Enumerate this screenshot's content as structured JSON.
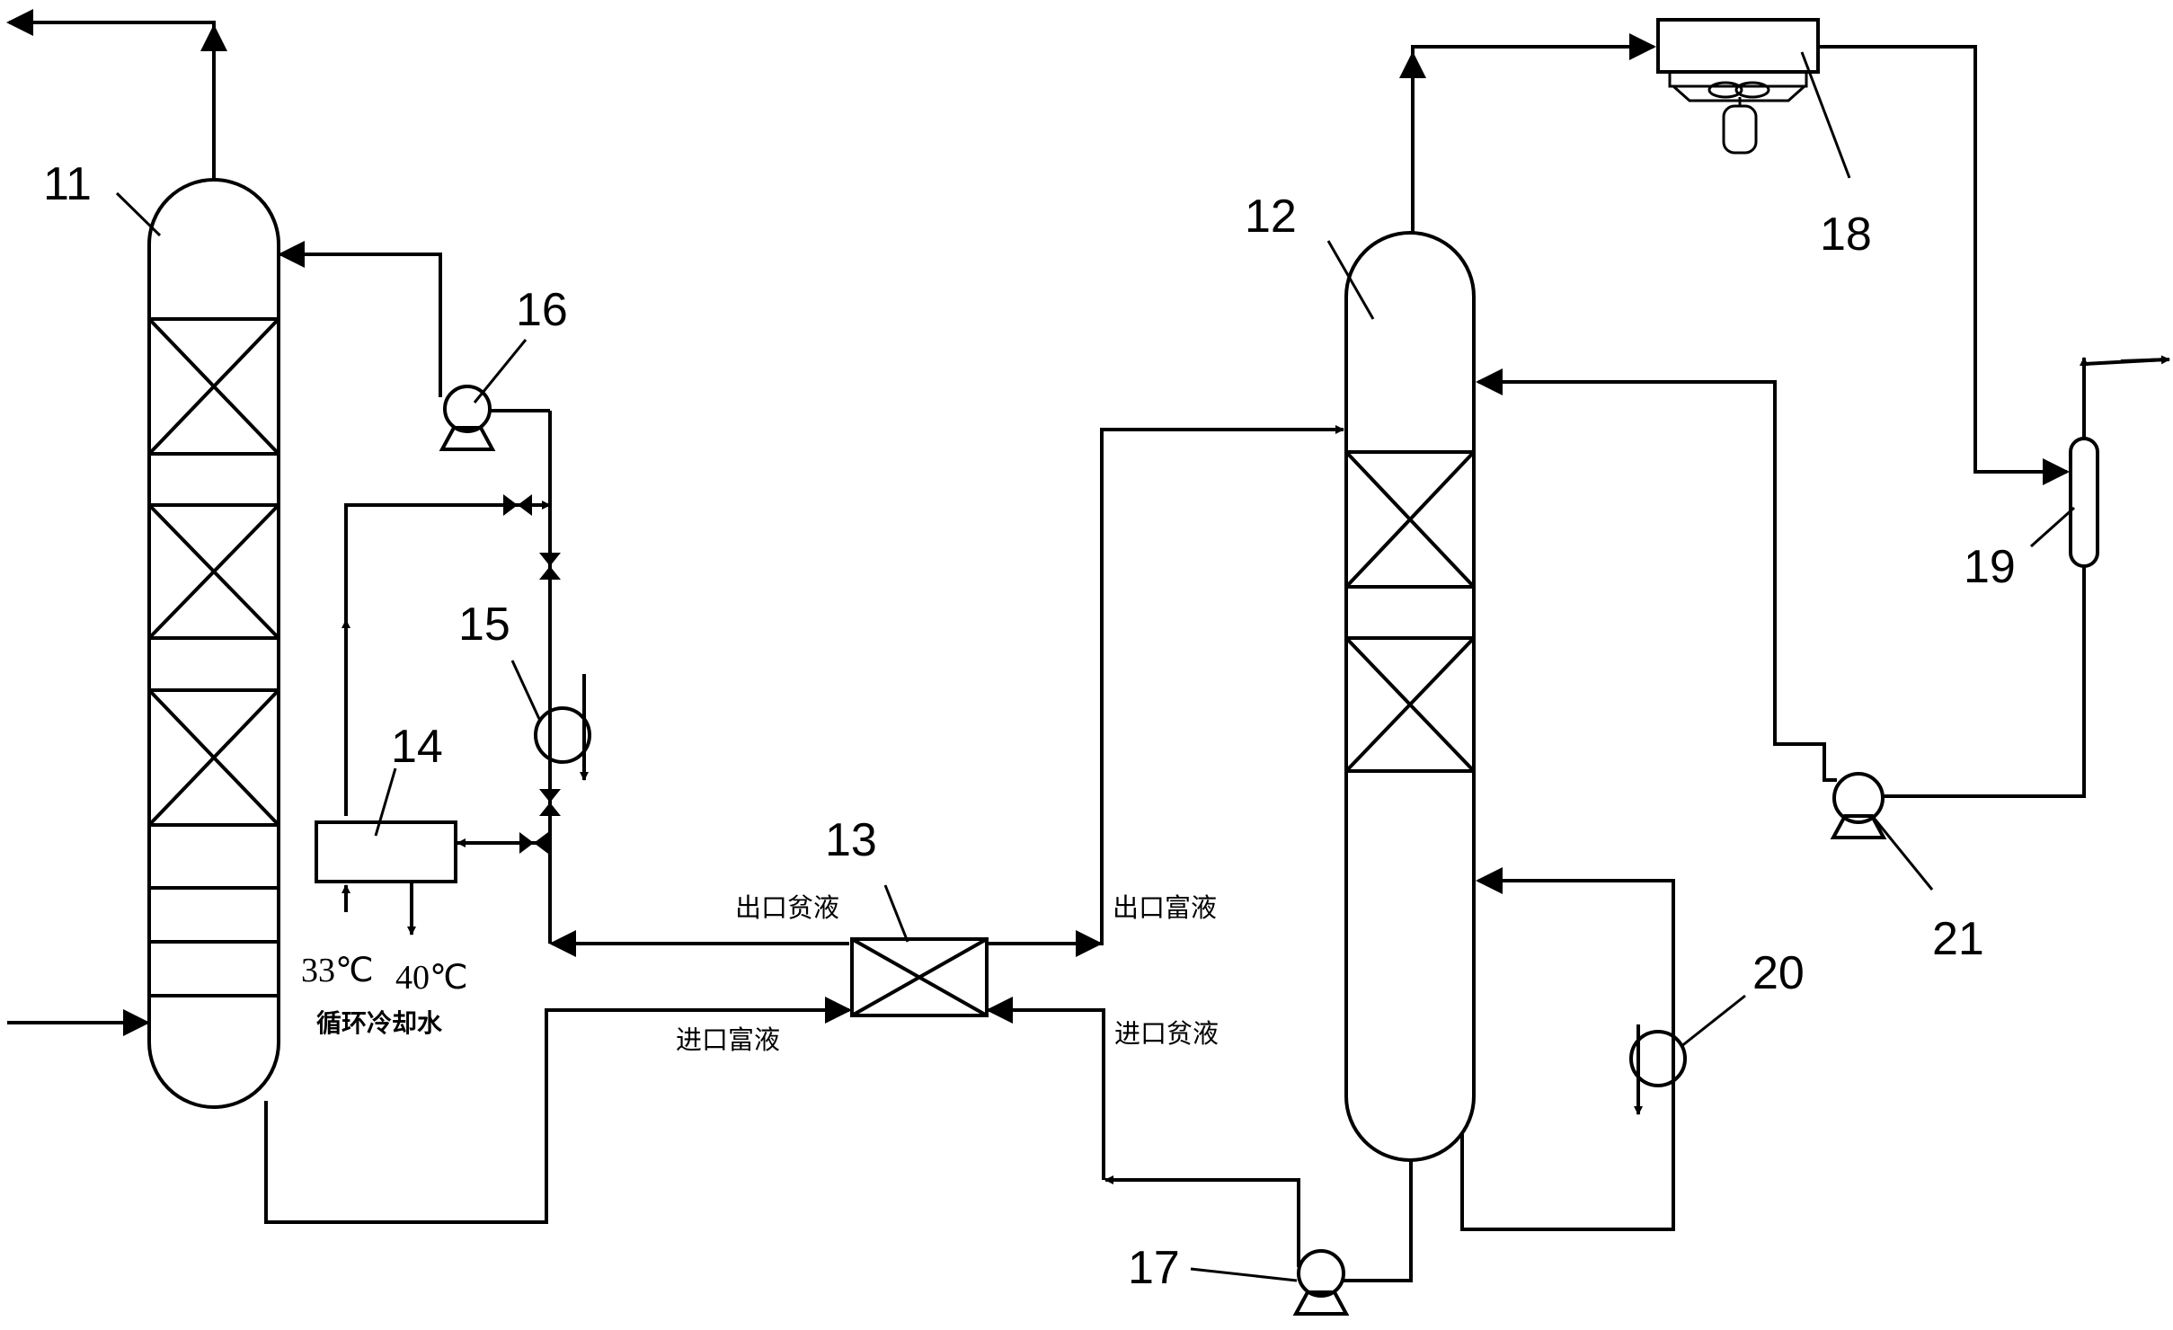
{
  "equipment_numbers": {
    "absorber": "11",
    "stripper": "12",
    "heat_exchanger": "13",
    "cooler": "14",
    "heater": "15",
    "pump_absorber": "16",
    "pump_bottom": "17",
    "condenser": "18",
    "separator": "19",
    "reboiler": "20",
    "pump_reflux": "21"
  },
  "stream_labels": {
    "outlet_lean": "出口贫液",
    "outlet_rich": "出口富液",
    "inlet_rich": "进口富液",
    "inlet_lean": "进口贫液"
  },
  "cooling_water": {
    "temp_in": "33℃",
    "temp_out": "40℃",
    "label": "循环冷却水"
  }
}
